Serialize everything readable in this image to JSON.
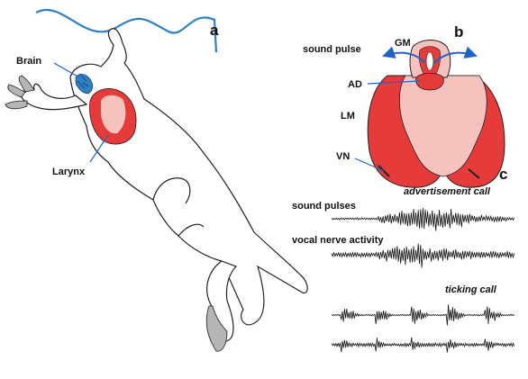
{
  "panels": {
    "a": "a",
    "b": "b",
    "c": "c"
  },
  "panel_a": {
    "brain_label": "Brain",
    "larynx_label": "Larynx"
  },
  "panel_b": {
    "sound_pulse_label": "sound pulse",
    "gm_label": "GM",
    "ad_label": "AD",
    "lm_label": "LM",
    "vn_label": "VN"
  },
  "panel_c": {
    "advertisement_call_label": "advertisement call",
    "sound_pulses_label": "sound pulses",
    "vocal_nerve_label": "vocal nerve activity",
    "ticking_call_label": "ticking call"
  },
  "colors": {
    "water_line": "#2f7fc4",
    "arrow_blue": "#1e64c8",
    "muscle_red": "#e53b3b",
    "larynx_pink": "#f6c2bd",
    "outline": "#222222",
    "foot_gray": "#b5b5b5"
  }
}
